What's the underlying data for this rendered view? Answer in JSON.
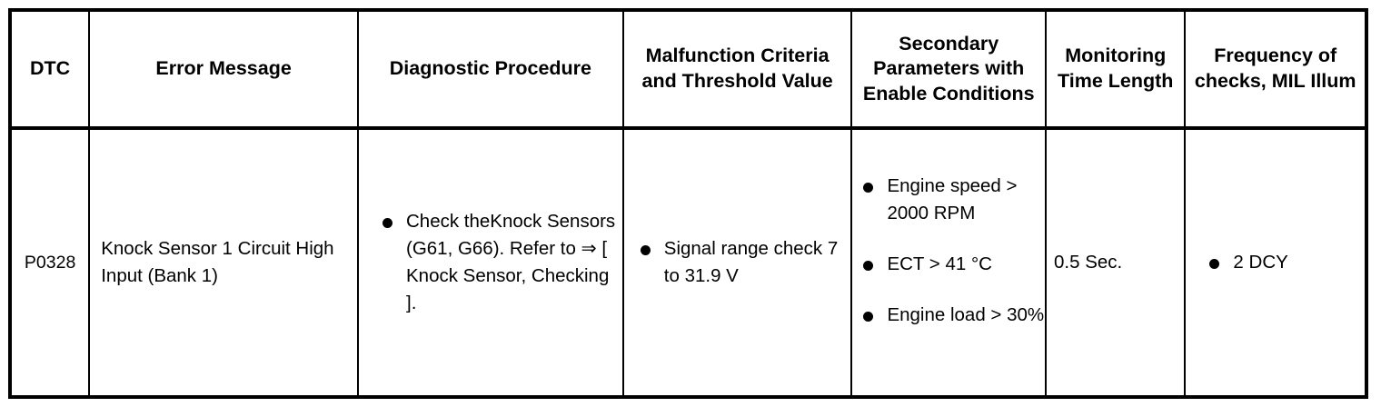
{
  "table": {
    "headers": [
      {
        "key": "dtc",
        "label": "DTC"
      },
      {
        "key": "error",
        "label": "Error Message"
      },
      {
        "key": "diag",
        "label": "Diagnostic Procedure"
      },
      {
        "key": "malf",
        "label": "Malfunction Criteria and Threshold Value"
      },
      {
        "key": "sec",
        "label": "Secondary Parameters with Enable Conditions"
      },
      {
        "key": "mon",
        "label": "Monitoring Time Length"
      },
      {
        "key": "freq",
        "label": "Frequency of checks, MIL Illum"
      }
    ],
    "rows": [
      {
        "dtc": "P0328",
        "error": "Knock Sensor 1 Circuit High Input (Bank 1)",
        "diagnostic_procedure": [
          "Check theKnock Sensors (G61, G66). Refer to ⇒ [ Knock Sensor, Checking ]."
        ],
        "malfunction_criteria": [
          "Signal range check 7 to 31.9 V"
        ],
        "secondary_parameters": [
          "Engine speed > 2000 RPM",
          "ECT > 41 °C",
          "Engine load > 30%"
        ],
        "monitoring_time_length": "0.5 Sec.",
        "frequency_of_checks": [
          "2 DCY"
        ]
      }
    ]
  },
  "style": {
    "border_color": "#000000",
    "background_color": "#ffffff",
    "text_color": "#000000"
  }
}
